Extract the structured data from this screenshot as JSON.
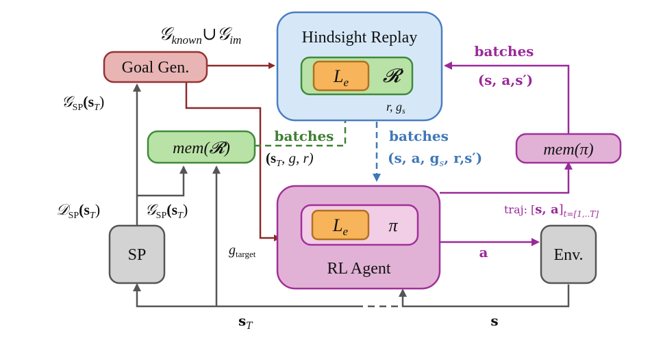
{
  "title": "",
  "colors": {
    "replay_fill": "#d6e8f8",
    "replay_stroke": "#4a7ec0",
    "goalgen_fill": "#e9b4b4",
    "goalgen_stroke": "#963232",
    "green_fill": "#b9e2a6",
    "green_stroke": "#3f8a3a",
    "orange_fill": "#f7b45a",
    "orange_stroke": "#b07020",
    "agent_fill": "#e2b2d6",
    "agent_stroke": "#a0309a",
    "inner_pi_fill": "#f2cde6",
    "gray_fill": "#d3d3d3",
    "gray_stroke": "#555555",
    "dark_red": "#8b2a2a",
    "purple": "#9a2a9a",
    "green": "#3f7f34",
    "blue": "#3f78b8"
  },
  "nodes": {
    "hindsight_replay": {
      "label": "Hindsight Replay",
      "le": "L",
      "le_sub": "e",
      "buffer": "𝓡"
    },
    "goal_gen": {
      "label": "Goal Gen."
    },
    "mem_r": {
      "label": "mem(𝓡)"
    },
    "mem_pi": {
      "label": "mem(π)"
    },
    "rl_agent": {
      "label": "RL Agent",
      "le": "L",
      "le_sub": "e",
      "policy": "π"
    },
    "sp": {
      "label": "SP"
    },
    "env": {
      "label": "Env."
    }
  },
  "edge_labels": {
    "g_known_union": {
      "g1": "𝒢",
      "s1": "known",
      "cup": "∪",
      "g2": "𝒢",
      "s2": "im"
    },
    "g_sp_top": {
      "g": "𝒢",
      "sub": "SP",
      "arg": "(s",
      "argsub": "T",
      "close": ")"
    },
    "d_sp": {
      "g": "𝒟",
      "sub": "SP",
      "arg": "(s",
      "argsub": "T",
      "close": ")"
    },
    "g_sp_mid": {
      "g": "𝒢",
      "sub": "SP",
      "arg": "(s",
      "argsub": "T",
      "close": ")"
    },
    "batches_right": "batches",
    "batches_right_tuple": "(s, a,s′)",
    "batches_green": "batches",
    "batches_green_tuple": "(s",
    "batches_green_tuple_sub": "T",
    "batches_green_tuple_rest": ", g, r)",
    "r_gs": {
      "text": "r, g",
      "sub": "s"
    },
    "batches_blue": "batches",
    "batches_blue_tuple": "(s, a, g",
    "batches_blue_tuple_sub": "s",
    "batches_blue_tuple_rest": ", r,s′)",
    "traj": {
      "prefix": "traj: [",
      "body": "s, a",
      "close": "]",
      "sub": "t=[1,..T]"
    },
    "g_target": {
      "g": "g",
      "sub": "target"
    },
    "action": "a",
    "s_T": {
      "s": "s",
      "sub": "T"
    },
    "state": "s"
  }
}
